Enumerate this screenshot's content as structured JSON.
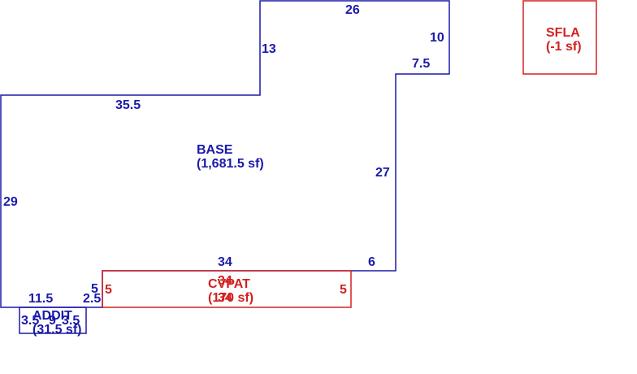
{
  "colors": {
    "base": "#1a1aaa",
    "red": "#d42020"
  },
  "base": {
    "name": "BASE",
    "area": "(1,681.5 sf)",
    "dims": {
      "top": "26",
      "right_upper": "10",
      "step": "7.5",
      "riser": "13",
      "upper_left": "35.5",
      "right": "27",
      "left": "29",
      "bottom": "34",
      "bottom_right": "6",
      "bottom_left": "11.5",
      "notch": "2.5",
      "small": "5"
    }
  },
  "sfla": {
    "name": "SFLA",
    "area": "(-1 sf)"
  },
  "cvpat": {
    "name": "CVPAT",
    "area": "(170 sf)",
    "dims": {
      "left": "5",
      "right": "5",
      "top": "34",
      "bottom": "34"
    }
  },
  "addit": {
    "name": "ADDIT",
    "area": "(31.5 sf)",
    "dims": {
      "left": "3.5",
      "mid": "9",
      "right": "3.5"
    }
  }
}
